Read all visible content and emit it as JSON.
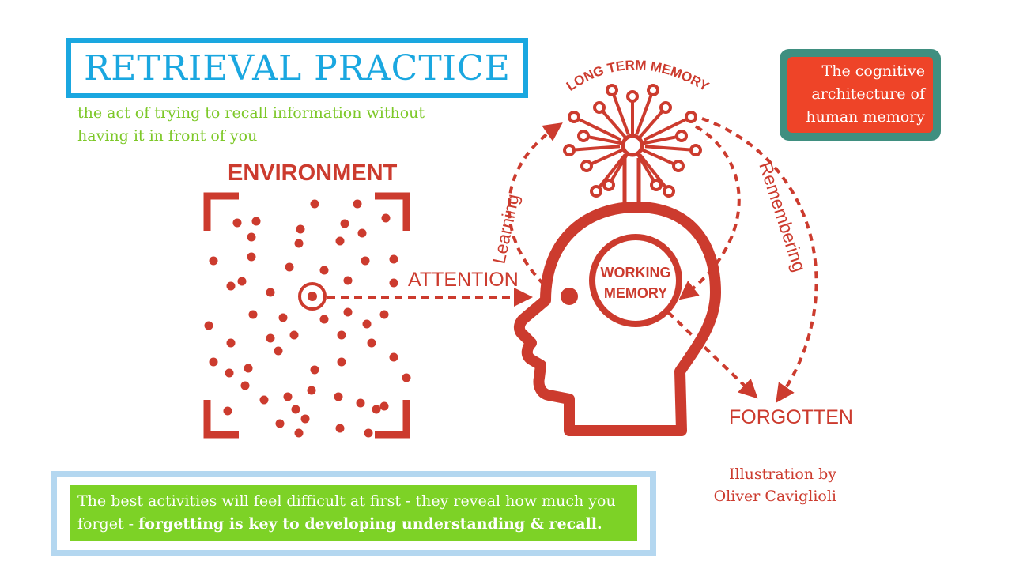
{
  "title": "RETRIEVAL PRACTICE",
  "subtitle": "the act of trying to recall information without having it in front of you",
  "callout": "The cognitive architecture of human memory",
  "diagram": {
    "environment": "ENVIRONMENT",
    "attention": "ATTENTION",
    "long_term_memory": "LONG TERM MEMORY",
    "learning": "Learning",
    "remembering": "Remembering",
    "working_memory_line1": "WORKING",
    "working_memory_line2": "MEMORY",
    "forgotten": "FORGOTTEN"
  },
  "credit": "Illustration by Oliver Caviglioli",
  "note": {
    "text": "The best activities will feel difficult at first - they reveal how much you forget - ",
    "bold": "forgetting is key to developing understanding & recall."
  },
  "colors": {
    "title_blue": "#1aa7e0",
    "subtitle_green": "#7dc828",
    "diagram_red": "#cc3b2e",
    "callout_red": "#ee4428",
    "callout_border": "#3f8f80",
    "note_green": "#7dd226",
    "note_border": "#b4d7f0"
  }
}
